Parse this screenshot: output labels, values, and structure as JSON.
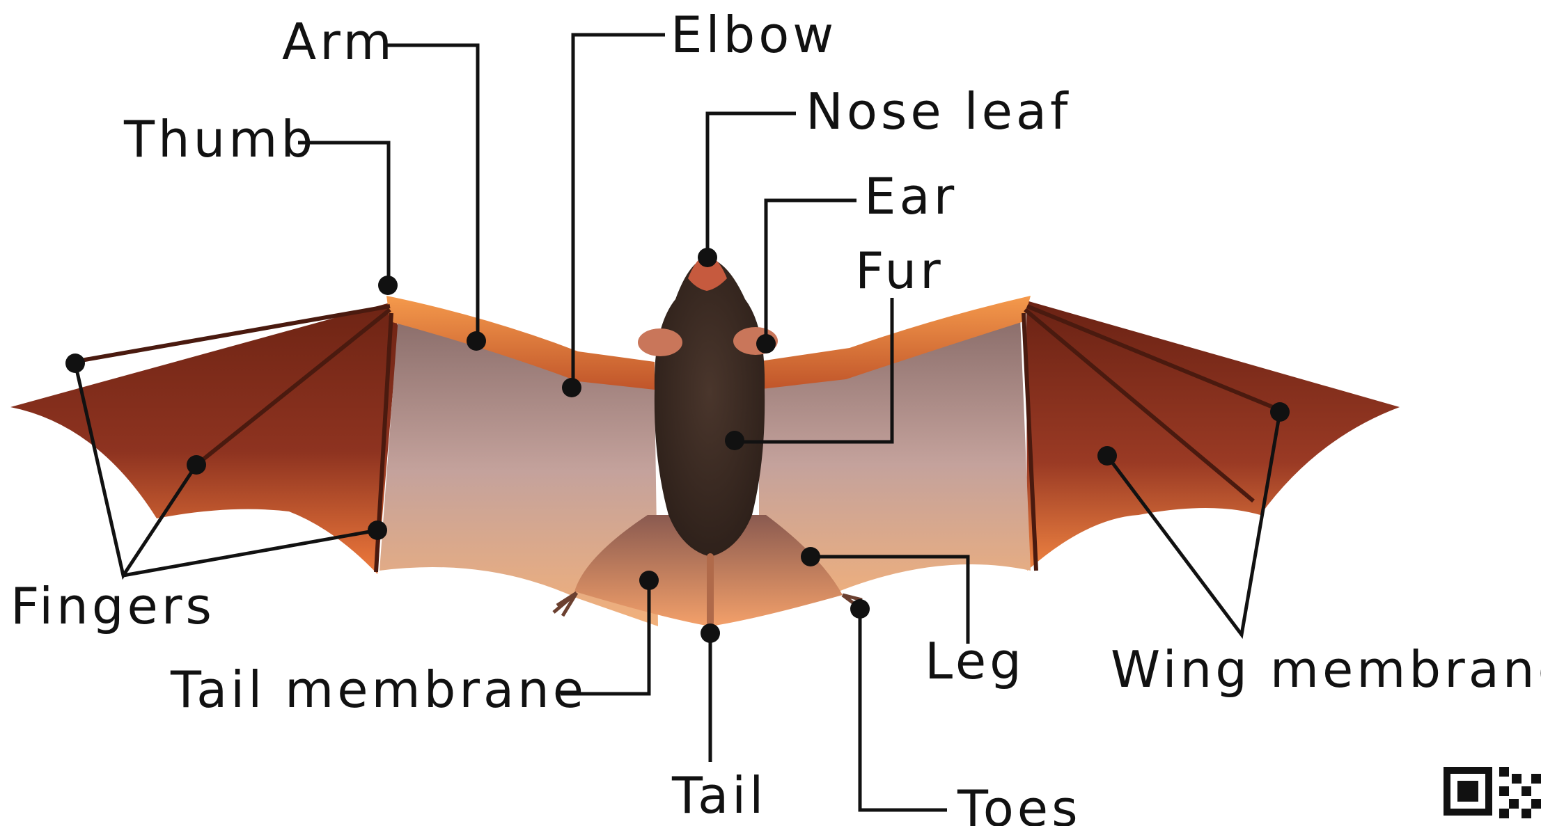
{
  "diagram": {
    "subject": "bat anatomy",
    "labels": {
      "arm": "Arm",
      "elbow": "Elbow",
      "thumb": "Thumb",
      "nose_leaf": "Nose leaf",
      "ear": "Ear",
      "fur": "Fur",
      "fingers": "Fingers",
      "tail_membrane": "Tail membrane",
      "leg": "Leg",
      "wing_membrane": "Wing membrane",
      "tail": "Tail",
      "toes": "Toes"
    }
  },
  "colors": {
    "background": "#ffffff",
    "ink": "#111111",
    "wing_dark": "#5a1c10",
    "wing_mid": "#a2402a",
    "wing_bright": "#f07a3a",
    "membrane_inner": "#b7908a",
    "fur": "#3d2b22"
  },
  "icons": [
    "qr-code-icon"
  ]
}
